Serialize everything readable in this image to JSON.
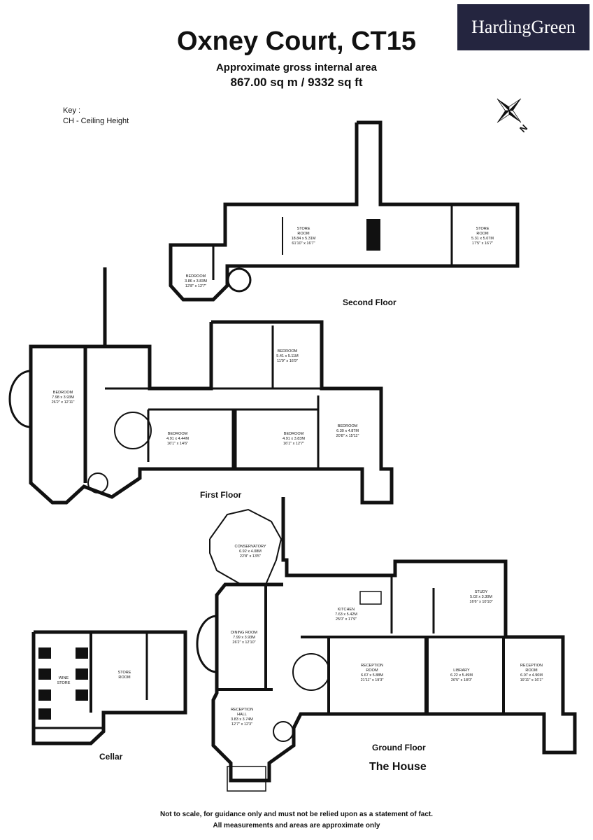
{
  "header": {
    "title": "Oxney Court, CT15",
    "subtitle": "Approximate gross internal area",
    "area": "867.00 sq m / 9332 sq ft"
  },
  "brand": {
    "name": "HardingGreen",
    "bg_color": "#24253f"
  },
  "key": {
    "label": "Key :",
    "entry": "CH - Ceiling Height"
  },
  "compass": {
    "letter": "N",
    "icon": "compass-rose-icon"
  },
  "floors": {
    "second": "Second Floor",
    "first": "First Floor",
    "ground": "Ground Floor",
    "cellar": "Cellar",
    "house": "The House"
  },
  "rooms": {
    "sf_store1": {
      "name": "STORE",
      "name2": "ROOM",
      "metric": "18.84 x 5.31M",
      "imperial": "61'10\" x 16'7\""
    },
    "sf_store2": {
      "name": "STORE",
      "name2": "ROOM",
      "metric": "5.31 x 5.07M",
      "imperial": "17'5\" x 16'7\""
    },
    "sf_bedroom": {
      "name": "BEDROOM",
      "metric": "3.86 x 3.83M",
      "imperial": "12'8\" x 12'7\""
    },
    "ff_bed_top": {
      "name": "BEDROOM",
      "metric": "5.41 x 5.11M",
      "imperial": "11'9\" x 16'9\""
    },
    "ff_bed_left": {
      "name": "BEDROOM",
      "metric": "7.98 x 3.93M",
      "imperial": "26'2\" x 12'11\""
    },
    "ff_bed_mid1": {
      "name": "BEDROOM",
      "metric": "4.91 x 4.44M",
      "imperial": "16'1\" x 14'6\""
    },
    "ff_bed_mid2": {
      "name": "BEDROOM",
      "metric": "4.91 x 3.83M",
      "imperial": "16'1\" x 12'7\""
    },
    "ff_bed_right": {
      "name": "BEDROOM",
      "metric": "6.30 x 4.87M",
      "imperial": "20'8\" x 15'11\""
    },
    "gf_conservatory": {
      "name": "CONSERVATORY",
      "metric": "6.92 x 4.08M",
      "imperial": "22'8\" x 13'5\""
    },
    "gf_kitchen": {
      "name": "KITCHEN",
      "metric": "7.63 x 5.42M",
      "imperial": "25'0\" x 17'9\""
    },
    "gf_study": {
      "name": "STUDY",
      "metric": "5.02 x 3.30M",
      "imperial": "16'6\" x 10'10\""
    },
    "gf_dining": {
      "name": "DINING ROOM",
      "metric": "7.99 x 3.93M",
      "imperial": "26'2\" x 12'10\""
    },
    "gf_reception1": {
      "name": "RECEPTION",
      "name2": "ROOM",
      "metric": "6.67 x 5.88M",
      "imperial": "21'11\" x 19'3\""
    },
    "gf_library": {
      "name": "LIBRARY",
      "metric": "6.22 x 5.49M",
      "imperial": "20'5\" x 18'0\""
    },
    "gf_reception2": {
      "name": "RECEPTION",
      "name2": "ROOM",
      "metric": "6.07 x 4.90M",
      "imperial": "19'11\" x 16'1\""
    },
    "gf_hall": {
      "name": "RECEPTION",
      "name2": "HALL",
      "metric": "3.83 x 3.74M",
      "imperial": "12'7\" x 12'3\""
    },
    "c_wine": {
      "name": "WINE",
      "name2": "STORE"
    },
    "c_store": {
      "name": "STORE",
      "name2": "ROOM"
    }
  },
  "footer": {
    "line1": "Not to scale, for guidance only and must not be relied upon as a statement of fact.",
    "line2": "All measurements and areas are approximate only"
  }
}
